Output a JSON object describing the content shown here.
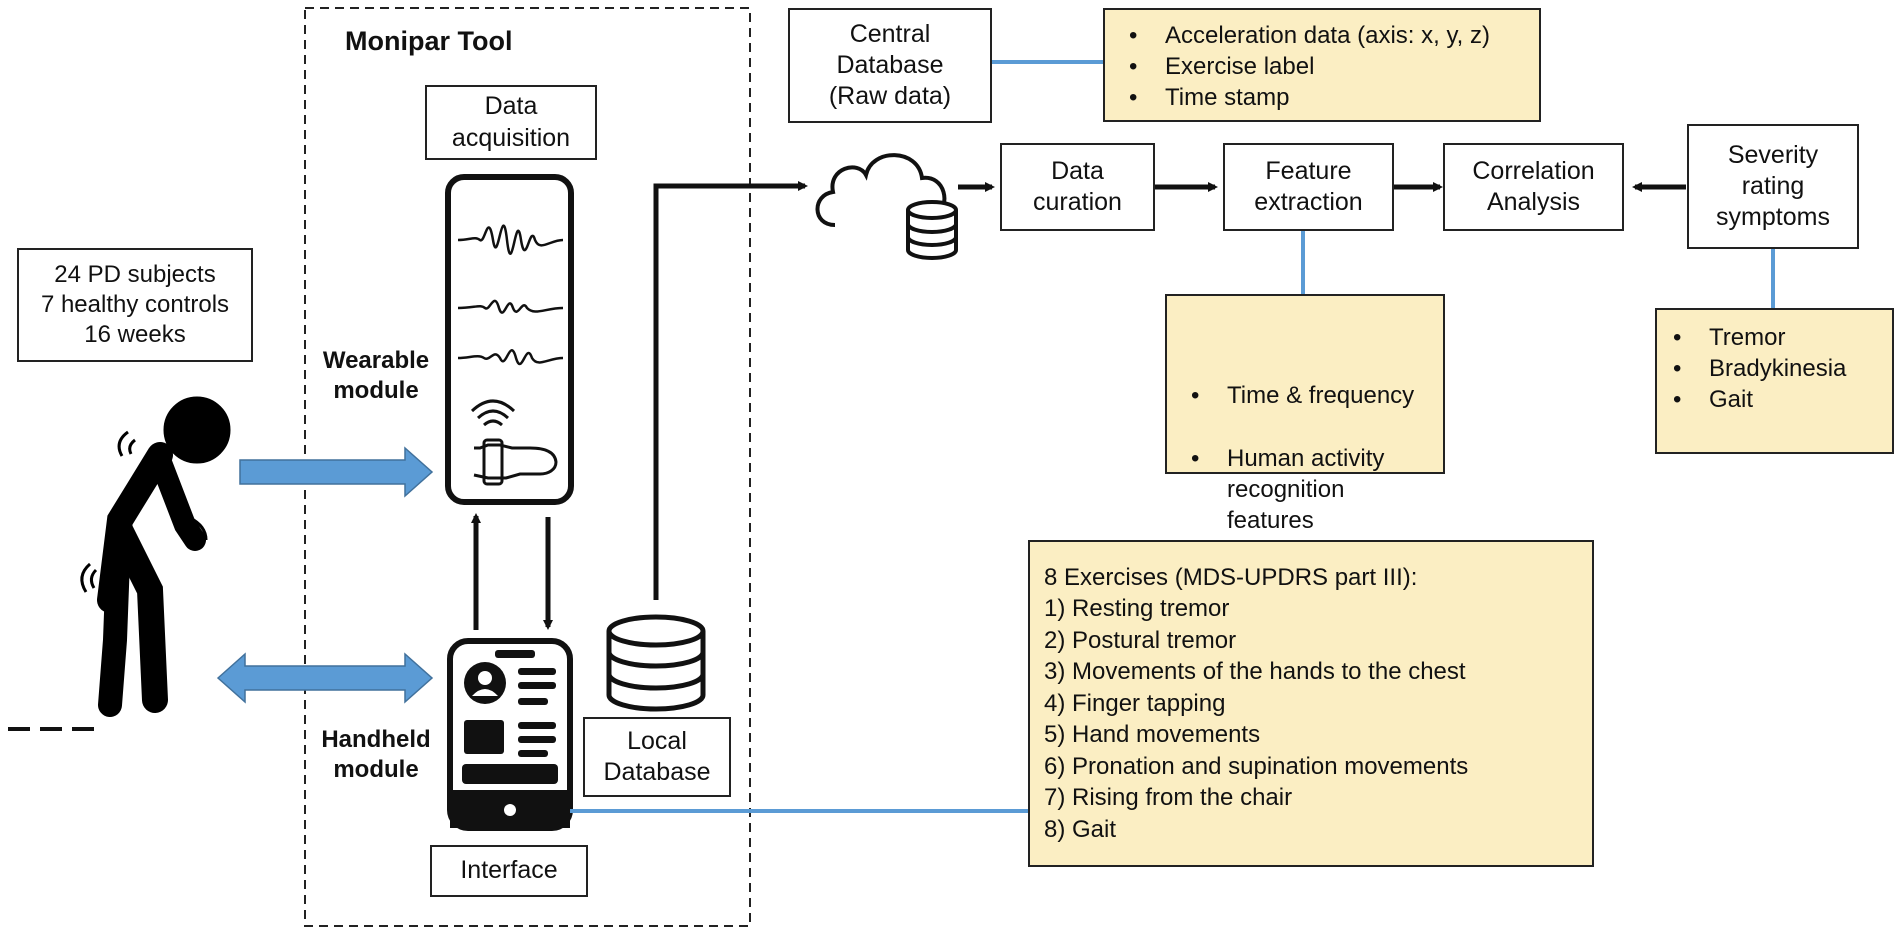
{
  "tool_title": "Monipar Tool",
  "subjects_box": "24 PD subjects\n7 healthy controls\n16 weeks",
  "data_acquisition": "Data\nacquisition",
  "wearable_label": "Wearable\nmodule",
  "handheld_label": "Handheld\nmodule",
  "interface_label": "Interface",
  "local_database": "Local\nDatabase",
  "central_database": "Central\nDatabase\n(Raw data)",
  "central_notes": [
    "Acceleration data (axis: x, y, z)",
    "Exercise label",
    "Time stamp"
  ],
  "pipeline": {
    "data_curation": "Data\ncuration",
    "feature_extraction": "Feature\nextraction",
    "correlation_analysis": "Correlation\nAnalysis",
    "severity_rating": "Severity\nrating\nsymptoms"
  },
  "feature_notes": [
    "Time & frequency",
    "Human activity\nrecognition\nfeatures"
  ],
  "symptom_notes": [
    "Tremor",
    "Bradykinesia",
    "Gait"
  ],
  "exercises_title": "8 Exercises (MDS-UPDRS part III):",
  "exercises": [
    "1) Resting tremor",
    "2) Postural tremor",
    "3) Movements of the hands to the chest",
    "4) Finger tapping",
    "5) Hand movements",
    "6) Pronation and supination movements",
    "7) Rising from the chair",
    "8) Gait"
  ],
  "colors": {
    "note_fill": "#fbeec3",
    "accent_blue": "#5b9bd5",
    "connector_blue": "#5b9bd5"
  }
}
